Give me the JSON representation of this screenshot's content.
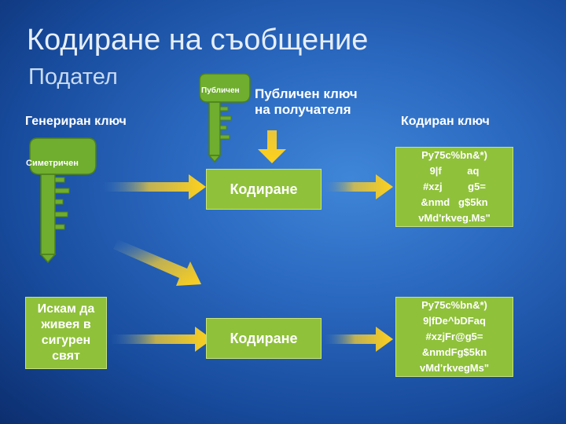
{
  "slide": {
    "title": "Кодиране на съобщение",
    "subtitle": "Подател"
  },
  "labels": {
    "generated_key": "Генериран ключ",
    "recipient_public_key": "Публичен ключ\nна получателя",
    "encrypted_key": "Кодиран ключ"
  },
  "keys": {
    "symmetric": "Симетричен",
    "public": "Публичен"
  },
  "boxes": {
    "encode_top": "Кодиране",
    "encode_bottom": "Кодиране",
    "plaintext": "Искам да\nживея в\nсигурен\nсвят",
    "ciphertext_top": "Py75c%bn&*)\n9|f         aq\n#xzj         g5=\n&nmd   g$5kn\nvMd'rkveg.Ms\"",
    "ciphertext_bottom": "Py75c%bn&*)\n9|fDe^bDFaq\n#xzjFr@g5=\n&nmdFg$5kn\nvMd'rkvegMs\""
  },
  "colors": {
    "green_box": "#8fc13a",
    "key_green": "#6fae2e",
    "arrow_yellow": "#f2c81e"
  }
}
